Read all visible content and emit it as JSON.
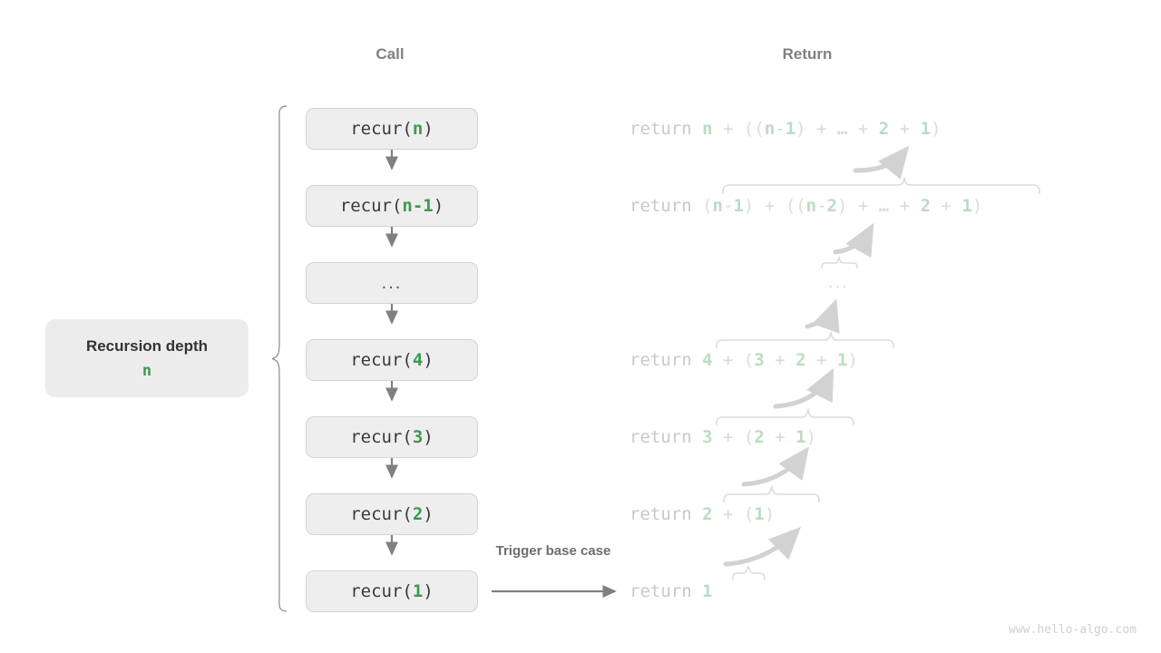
{
  "headers": {
    "call": "Call",
    "return": "Return"
  },
  "depth_label": {
    "title": "Recursion depth",
    "value": "n"
  },
  "trigger_label": "Trigger base case",
  "call_stack": [
    {
      "prefix": "recur(",
      "arg": "n",
      "suffix": ")",
      "ellipsis": false
    },
    {
      "prefix": "recur(",
      "arg": "n-1",
      "suffix": ")",
      "ellipsis": false
    },
    {
      "prefix": "",
      "arg": "",
      "suffix": "",
      "ellipsis": true,
      "text": "..."
    },
    {
      "prefix": "recur(",
      "arg": "4",
      "suffix": ")",
      "ellipsis": false
    },
    {
      "prefix": "recur(",
      "arg": "3",
      "suffix": ")",
      "ellipsis": false
    },
    {
      "prefix": "recur(",
      "arg": "2",
      "suffix": ")",
      "ellipsis": false
    },
    {
      "prefix": "recur(",
      "arg": "1",
      "suffix": ")",
      "ellipsis": false
    }
  ],
  "returns": [
    {
      "keyword": "return",
      "head": "n",
      "inner": "((n-1) + … + 2 + 1)",
      "full": "return n + ((n-1) + … + 2 + 1)"
    },
    {
      "keyword": "return",
      "head": "(n-1)",
      "inner": "((n-2) + … + 2 + 1)",
      "full": "return (n-1) + ((n-2) + … + 2 + 1)"
    },
    {
      "keyword": "",
      "head": "",
      "inner": "",
      "full": "..."
    },
    {
      "keyword": "return",
      "head": "4",
      "inner": "(3 + 2 + 1)",
      "full": "return 4 + (3 + 2 + 1)"
    },
    {
      "keyword": "return",
      "head": "3",
      "inner": "(2 + 1)",
      "full": "return 3 + (2 + 1)"
    },
    {
      "keyword": "return",
      "head": "2",
      "inner": "(1)",
      "full": "return 2 + (1)"
    },
    {
      "keyword": "return",
      "head": "1",
      "inner": "",
      "full": "return 1"
    }
  ],
  "return_ellipsis": "...",
  "watermark": "www.hello-algo.com",
  "colors": {
    "accent_green": "#3c9a4e",
    "faded_green": "#bcdcc1",
    "box_fill": "#eeeeee",
    "box_border": "#d3d3d3",
    "arrow_gray": "#808080",
    "faded_gray": "#d0d0d0",
    "header_gray": "#808080",
    "watermark_gray": "#cfcfcf"
  }
}
